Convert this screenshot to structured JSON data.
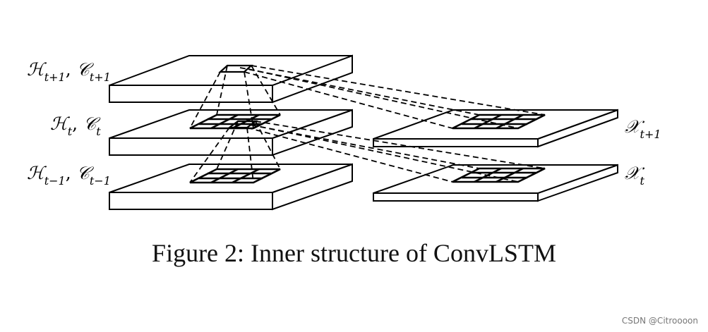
{
  "labels": {
    "h_t_plus_1": {
      "h": "ℋ",
      "h_sub": "t+1",
      "sep": ", ",
      "c": "𝒞",
      "c_sub": "t+1"
    },
    "h_t": {
      "h": "ℋ",
      "h_sub": "t",
      "sep": ", ",
      "c": "𝒞",
      "c_sub": "t"
    },
    "h_t_minus_1": {
      "h": "ℋ",
      "h_sub": "t−1",
      "sep": ", ",
      "c": "𝒞",
      "c_sub": "t−1"
    },
    "x_t_plus_1": {
      "x": "𝒳",
      "x_sub": "t+1"
    },
    "x_t": {
      "x": "𝒳",
      "x_sub": "t"
    }
  },
  "caption": "Figure 2: Inner structure of ConvLSTM",
  "watermark": "CSDN @Citroooon"
}
